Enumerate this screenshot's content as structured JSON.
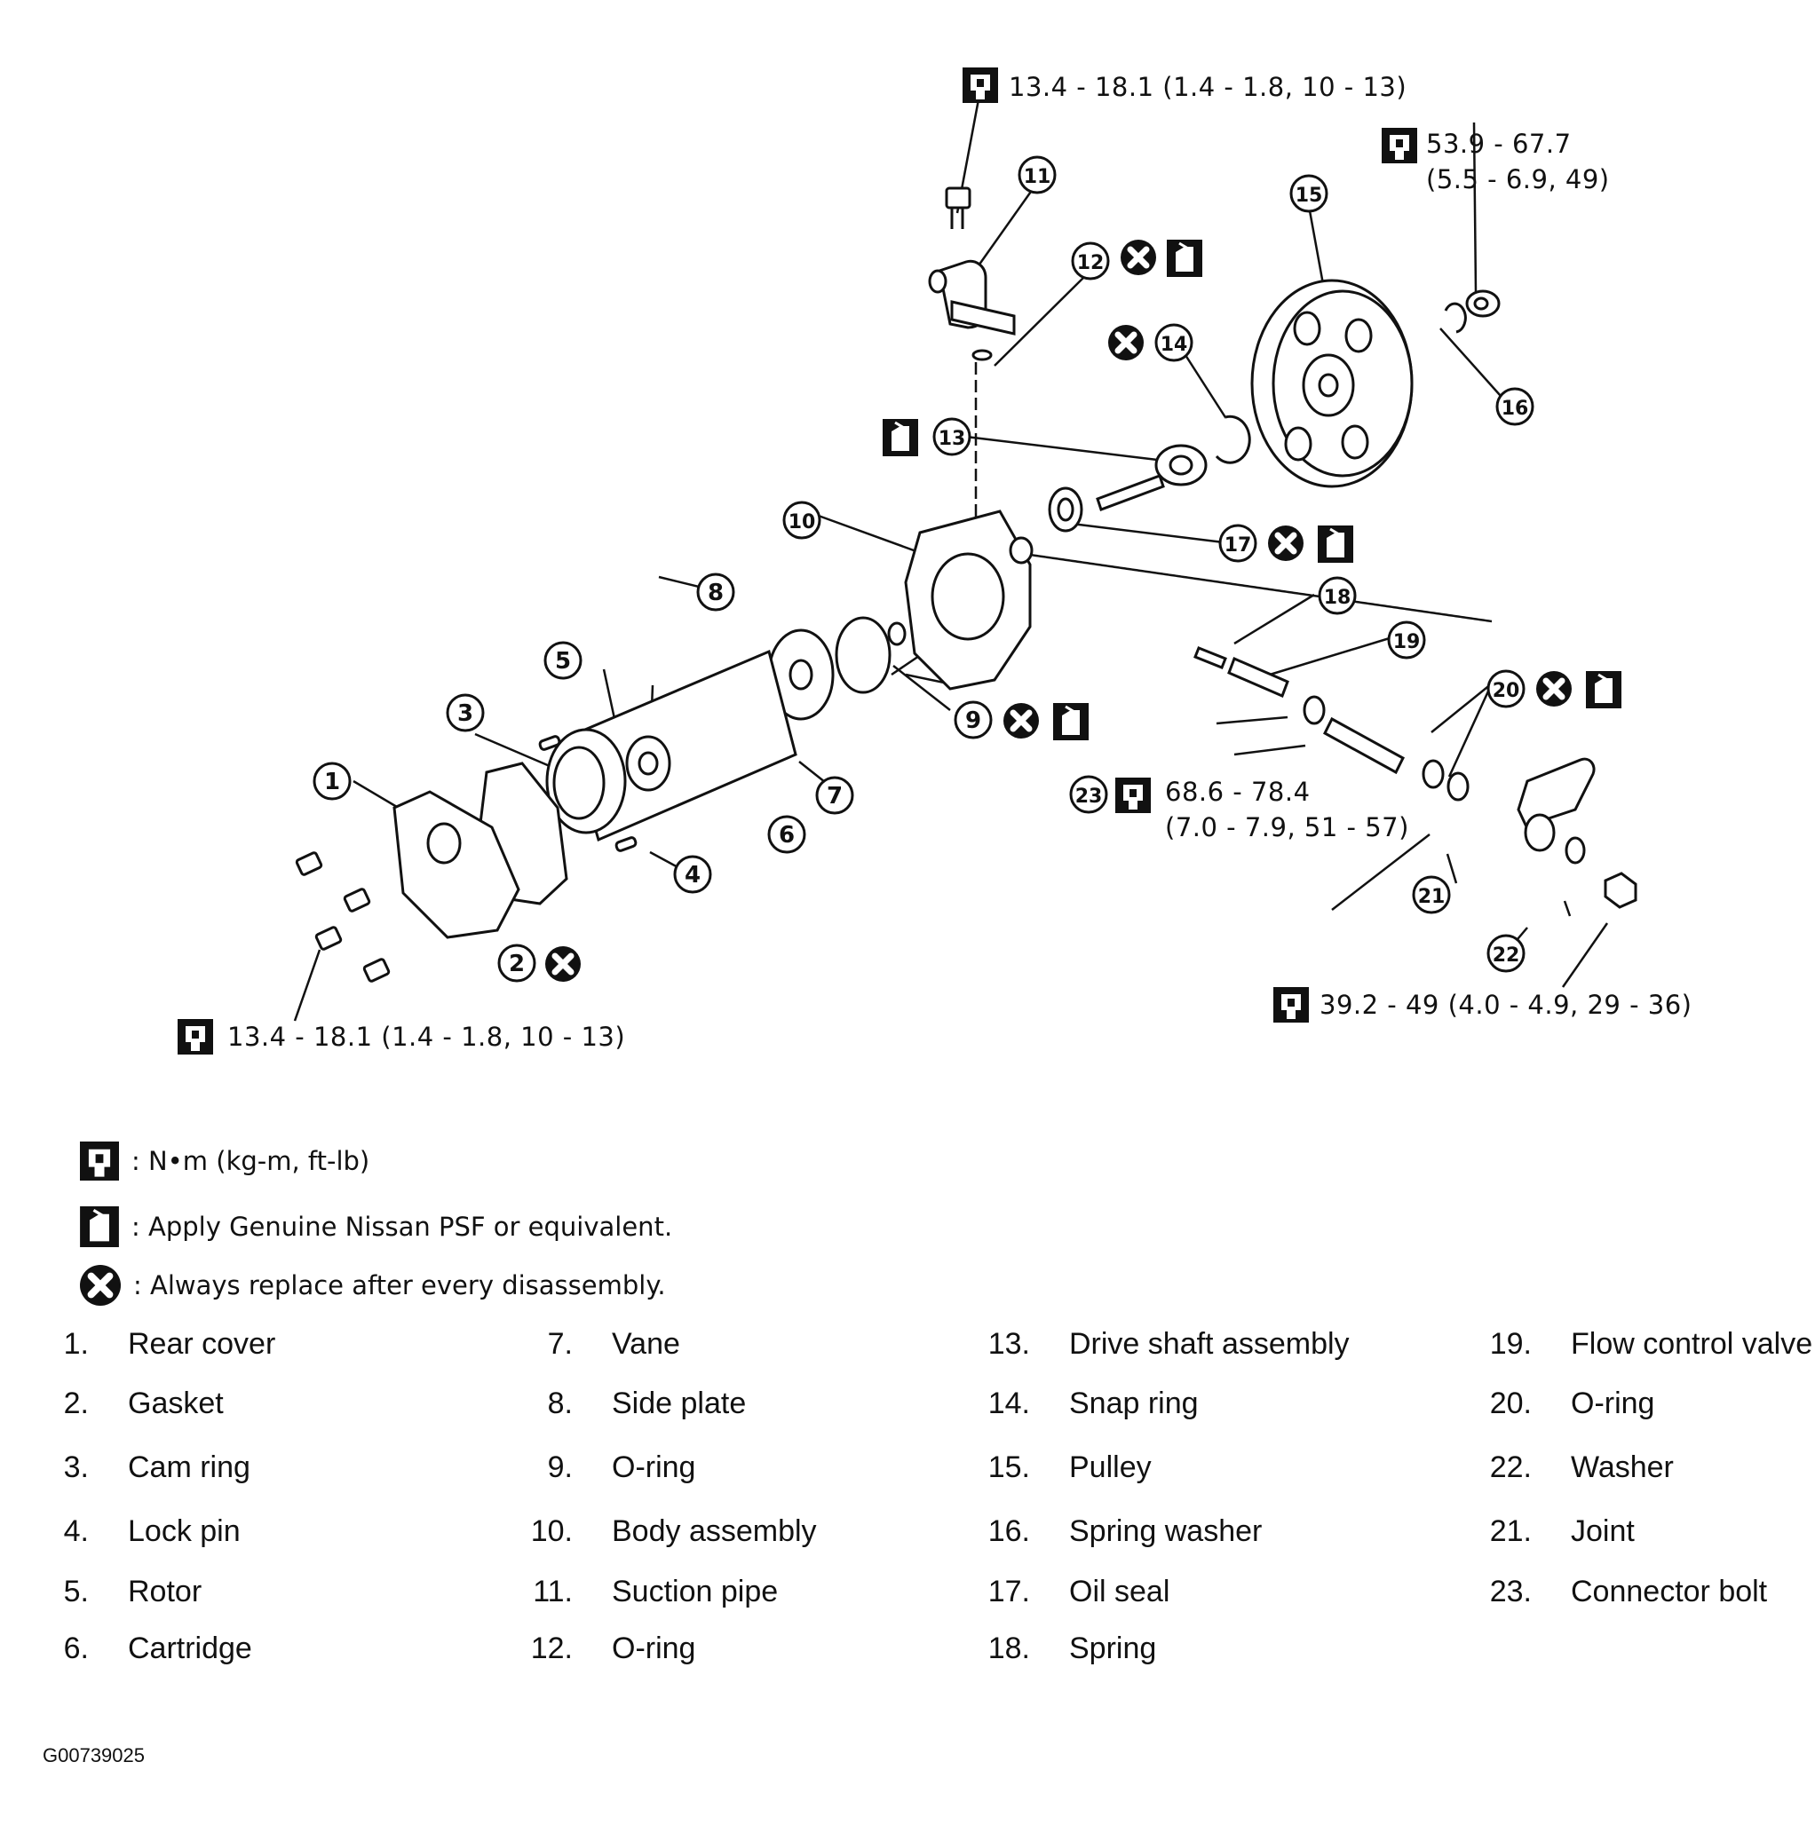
{
  "torque_specs": [
    {
      "id": "suction-pipe-bolt",
      "line1": "13.4 - 18.1 (1.4 - 1.8, 10 - 13)",
      "line2": ""
    },
    {
      "id": "pulley-nut",
      "line1": "53.9 - 67.7",
      "line2": "(5.5 - 6.9, 49)"
    },
    {
      "id": "connector-bolt",
      "line1": "68.6 - 78.4",
      "line2": "(7.0 - 7.9, 51 - 57)"
    },
    {
      "id": "joint-nut",
      "line1": "39.2 - 49 (4.0 - 4.9, 29 - 36)",
      "line2": ""
    },
    {
      "id": "rear-cover-bolts",
      "line1": "13.4 - 18.1 (1.4 - 1.8, 10 - 13)",
      "line2": ""
    }
  ],
  "callouts": [
    "1",
    "2",
    "3",
    "4",
    "5",
    "6",
    "7",
    "8",
    "9",
    "10",
    "11",
    "12",
    "13",
    "14",
    "15",
    "16",
    "17",
    "18",
    "19",
    "20",
    "21",
    "22",
    "23"
  ],
  "legend": {
    "torque": ": N•m (kg-m, ft-lb)",
    "fluid": ": Apply Genuine Nissan PSF or equivalent.",
    "replace": ": Always replace after every disassembly."
  },
  "parts": [
    {
      "num": "1.",
      "name": "Rear cover"
    },
    {
      "num": "2.",
      "name": "Gasket"
    },
    {
      "num": "3.",
      "name": "Cam ring"
    },
    {
      "num": "4.",
      "name": "Lock pin"
    },
    {
      "num": "5.",
      "name": "Rotor"
    },
    {
      "num": "6.",
      "name": "Cartridge"
    },
    {
      "num": "7.",
      "name": "Vane"
    },
    {
      "num": "8.",
      "name": "Side plate"
    },
    {
      "num": "9.",
      "name": "O-ring"
    },
    {
      "num": "10.",
      "name": "Body assembly"
    },
    {
      "num": "11.",
      "name": "Suction pipe"
    },
    {
      "num": "12.",
      "name": "O-ring"
    },
    {
      "num": "13.",
      "name": "Drive shaft assembly"
    },
    {
      "num": "14.",
      "name": "Snap ring"
    },
    {
      "num": "15.",
      "name": "Pulley"
    },
    {
      "num": "16.",
      "name": "Spring washer"
    },
    {
      "num": "17.",
      "name": "Oil seal"
    },
    {
      "num": "18.",
      "name": "Spring"
    },
    {
      "num": "19.",
      "name": "Flow control valve"
    },
    {
      "num": "20.",
      "name": "O-ring"
    },
    {
      "num": "22.",
      "name": "Washer"
    },
    {
      "num": "21.",
      "name": "Joint"
    },
    {
      "num": "23.",
      "name": "Connector bolt"
    }
  ],
  "figure_code": "G00739025",
  "colors": {
    "ink": "#111111",
    "background": "#ffffff"
  },
  "icons": [
    "torque-wrench-icon",
    "fluid-can-icon",
    "replace-x-icon"
  ]
}
